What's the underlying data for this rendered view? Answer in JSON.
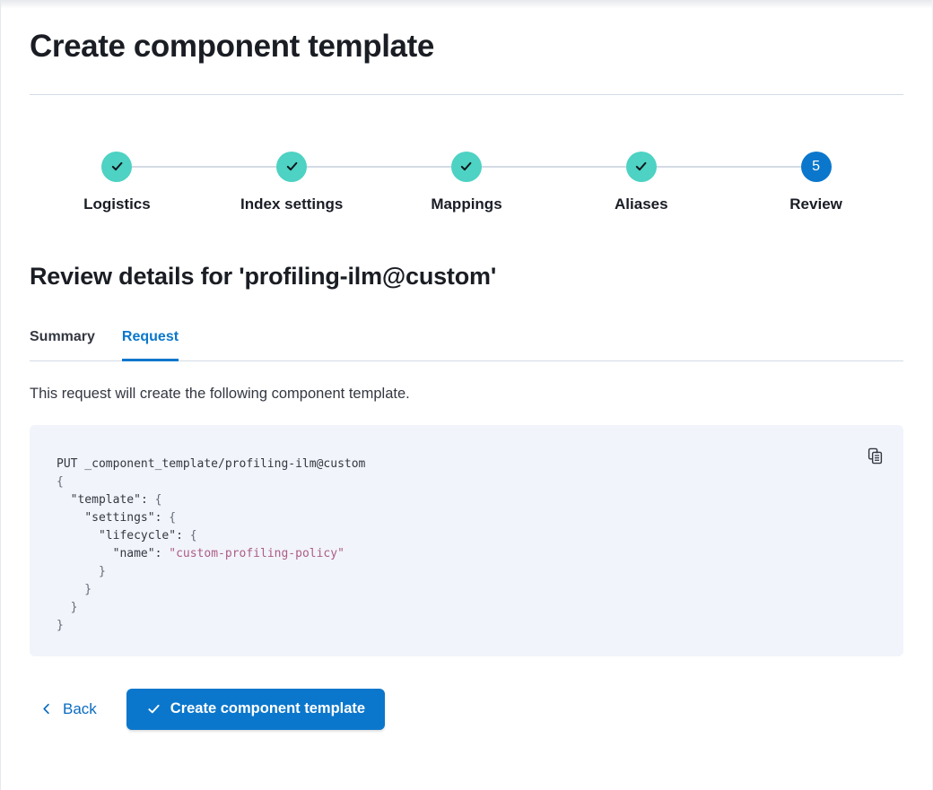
{
  "page": {
    "title": "Create component template"
  },
  "stepper": {
    "steps": [
      {
        "label": "Logistics",
        "status": "complete",
        "icon": "check"
      },
      {
        "label": "Index settings",
        "status": "complete",
        "icon": "check"
      },
      {
        "label": "Mappings",
        "status": "complete",
        "icon": "check"
      },
      {
        "label": "Aliases",
        "status": "complete",
        "icon": "check"
      },
      {
        "label": "Review",
        "status": "current",
        "number": "5"
      }
    ]
  },
  "review": {
    "heading": "Review details for 'profiling-ilm@custom'",
    "tabs": [
      {
        "label": "Summary",
        "active": false
      },
      {
        "label": "Request",
        "active": true
      }
    ],
    "description": "This request will create the following component template."
  },
  "code_block": {
    "copy_icon": "copy-clipboard-icon",
    "lines": [
      [
        {
          "t": "PUT _component_template/profiling-ilm@custom",
          "c": "k"
        }
      ],
      [
        {
          "t": "{",
          "c": "p"
        }
      ],
      [
        {
          "t": "  ",
          "c": "p"
        },
        {
          "t": "\"template\"",
          "c": "k"
        },
        {
          "t": ": ",
          "c": "k"
        },
        {
          "t": "{",
          "c": "p"
        }
      ],
      [
        {
          "t": "    ",
          "c": "p"
        },
        {
          "t": "\"settings\"",
          "c": "k"
        },
        {
          "t": ": ",
          "c": "k"
        },
        {
          "t": "{",
          "c": "p"
        }
      ],
      [
        {
          "t": "      ",
          "c": "p"
        },
        {
          "t": "\"lifecycle\"",
          "c": "k"
        },
        {
          "t": ": ",
          "c": "k"
        },
        {
          "t": "{",
          "c": "p"
        }
      ],
      [
        {
          "t": "        ",
          "c": "p"
        },
        {
          "t": "\"name\"",
          "c": "k"
        },
        {
          "t": ": ",
          "c": "k"
        },
        {
          "t": "\"custom-profiling-policy\"",
          "c": "s"
        }
      ],
      [
        {
          "t": "      }",
          "c": "p"
        }
      ],
      [
        {
          "t": "    }",
          "c": "p"
        }
      ],
      [
        {
          "t": "  }",
          "c": "p"
        }
      ],
      [
        {
          "t": "}",
          "c": "p"
        }
      ]
    ]
  },
  "footer": {
    "back_label": "Back",
    "submit_label": "Create component template"
  },
  "colors": {
    "primary": "#0b77cc",
    "link": "#0a6bc0",
    "success": "#4dd2c3",
    "divider": "#d3dae6",
    "code_bg": "#f1f4fa",
    "code_text": "#343741",
    "code_punct": "#646a77",
    "code_string": "#ad5c87",
    "text": "#343741",
    "heading": "#1a1d23"
  }
}
